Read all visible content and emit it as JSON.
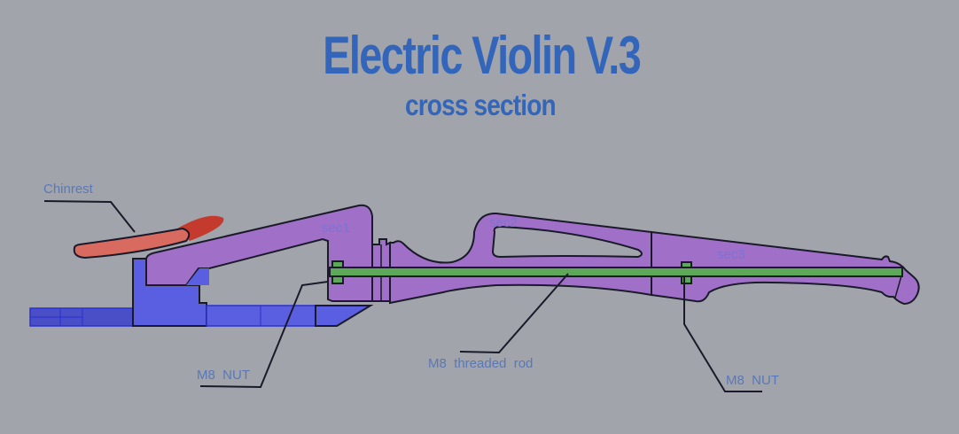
{
  "title": "Electric Violin V.3",
  "subtitle": "cross section",
  "labels": {
    "chinrest": "Chinrest",
    "nut_left": "M8  NUT",
    "rod": "M8  threaded  rod",
    "nut_right": "M8  NUT"
  },
  "sections": [
    "sec1",
    "sec2",
    "sec3"
  ],
  "colors": {
    "background": "#a1a4aa",
    "title": "#3366bb",
    "body": "#a070c8",
    "base": "#5a5ee0",
    "rod": "#5ea85a",
    "chinrest": "#d86a60",
    "outline": "#1a1a2a",
    "label": "#5a78b8"
  }
}
